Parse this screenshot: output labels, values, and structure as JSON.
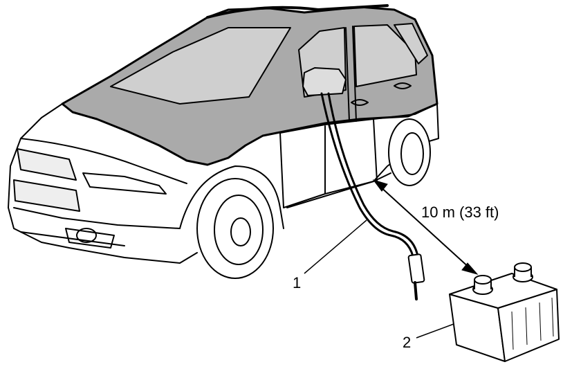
{
  "labels": {
    "distance": "10 m (33 ft)",
    "callout_1": "1",
    "callout_2": "2"
  },
  "colors": {
    "outline": "#000000",
    "glass_shade": "#aaaaaa",
    "background": "#ffffff"
  },
  "icons": [
    "car-illustration",
    "antenna-cable-icon",
    "battery-icon",
    "dimension-arrow-icon"
  ]
}
